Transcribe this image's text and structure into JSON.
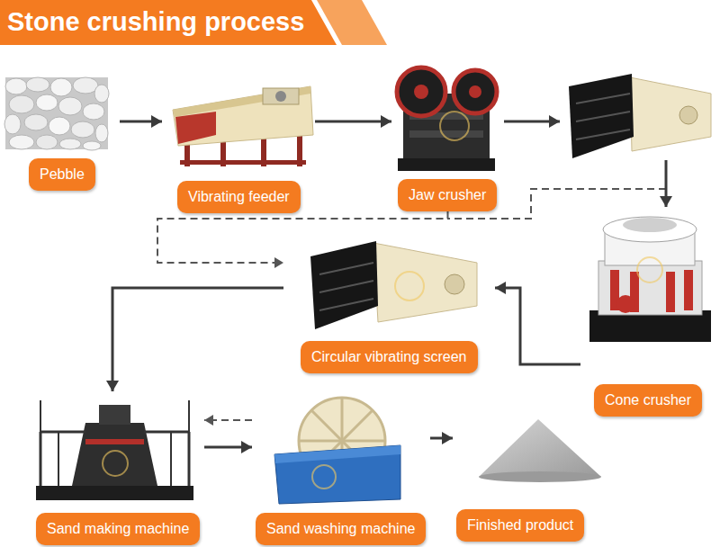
{
  "diagram": {
    "title": "Stone crushing process",
    "nodes": [
      {
        "text": [
          "Pebble"
        ]
      },
      {
        "text": [
          "Vibrating feeder"
        ]
      },
      {
        "text": [
          "Jaw crusher"
        ]
      },
      {
        "text": [
          "Cone crusher"
        ]
      },
      {
        "text": [
          "Circular vibrating screen"
        ]
      },
      {
        "text": [
          "Sand making machine"
        ]
      },
      {
        "text": [
          "Sand washing machine"
        ]
      },
      {
        "text": [
          "Finished product"
        ]
      }
    ],
    "edges": [
      {
        "from": 0,
        "to": 1,
        "arrow": "to"
      },
      {
        "from": 1,
        "to": 2,
        "arrow": "to"
      },
      {
        "from": 2,
        "to": 3,
        "arrow": "to"
      },
      {
        "from": 2,
        "to": 4,
        "arrow": "to"
      },
      {
        "from": 3,
        "to": 4,
        "arrow": "to"
      },
      {
        "from": 4,
        "to": 5,
        "arrow": "to"
      },
      {
        "from": 5,
        "to": 6,
        "arrow": "to"
      },
      {
        "from": 6,
        "to": 5,
        "arrow": "to"
      },
      {
        "from": 6,
        "to": 7,
        "arrow": "to"
      }
    ]
  }
}
